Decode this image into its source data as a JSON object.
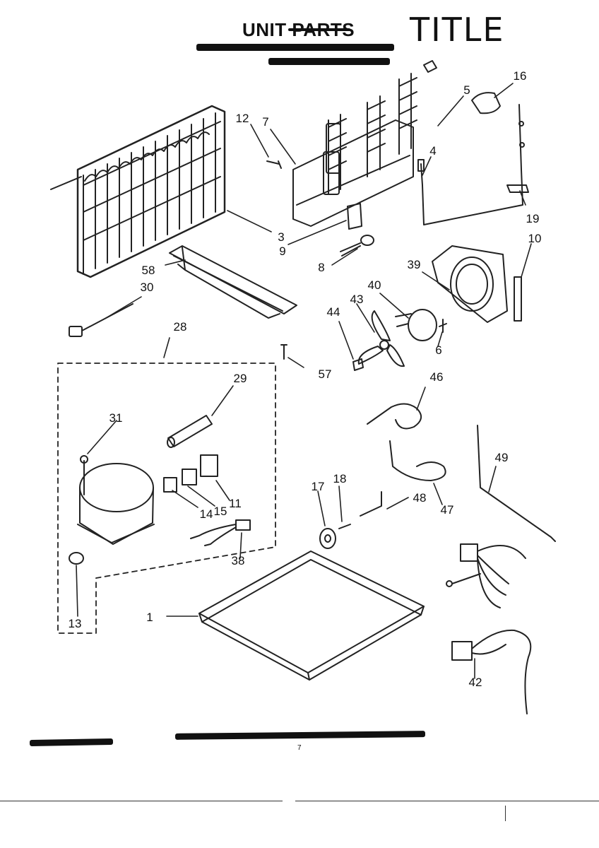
{
  "header": {
    "title": "UNIT PARTS",
    "handwritten_title": "TITLE"
  },
  "callouts": [
    {
      "id": "c1",
      "text": "1"
    },
    {
      "id": "c3",
      "text": "3"
    },
    {
      "id": "c4",
      "text": "4"
    },
    {
      "id": "c5",
      "text": "5"
    },
    {
      "id": "c6",
      "text": "6"
    },
    {
      "id": "c7",
      "text": "7"
    },
    {
      "id": "c8",
      "text": "8"
    },
    {
      "id": "c9",
      "text": "9"
    },
    {
      "id": "c10",
      "text": "10"
    },
    {
      "id": "c11",
      "text": "11"
    },
    {
      "id": "c12",
      "text": "12"
    },
    {
      "id": "c13",
      "text": "13"
    },
    {
      "id": "c14",
      "text": "14"
    },
    {
      "id": "c15",
      "text": "15"
    },
    {
      "id": "c16",
      "text": "16"
    },
    {
      "id": "c17",
      "text": "17"
    },
    {
      "id": "c18",
      "text": "18"
    },
    {
      "id": "c19",
      "text": "19"
    },
    {
      "id": "c28",
      "text": "28"
    },
    {
      "id": "c29",
      "text": "29"
    },
    {
      "id": "c30",
      "text": "30"
    },
    {
      "id": "c31",
      "text": "31"
    },
    {
      "id": "c38",
      "text": "38"
    },
    {
      "id": "c39",
      "text": "39"
    },
    {
      "id": "c40",
      "text": "40"
    },
    {
      "id": "c42",
      "text": "42"
    },
    {
      "id": "c43",
      "text": "43"
    },
    {
      "id": "c44",
      "text": "44"
    },
    {
      "id": "c46",
      "text": "46"
    },
    {
      "id": "c47",
      "text": "47"
    },
    {
      "id": "c48",
      "text": "48"
    },
    {
      "id": "c49",
      "text": "49"
    },
    {
      "id": "c57",
      "text": "57"
    },
    {
      "id": "c58",
      "text": "58"
    }
  ],
  "footer": {
    "page_number": "7"
  }
}
